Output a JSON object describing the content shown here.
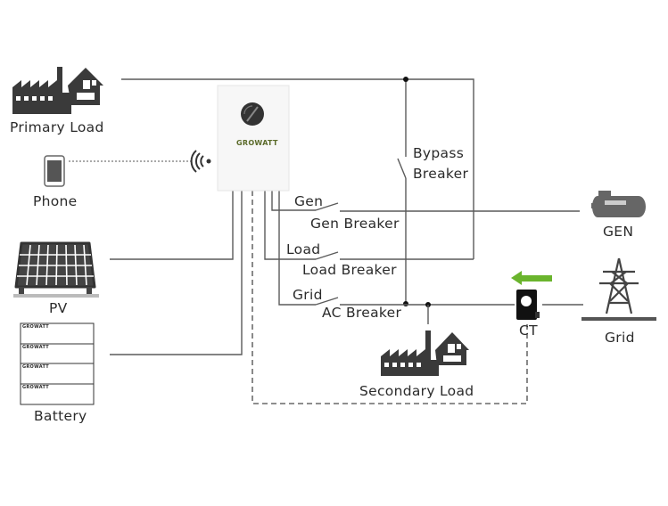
{
  "diagram": {
    "title": "Growatt hybrid inverter wiring diagram",
    "inverter": {
      "brand": "GROWATT"
    },
    "nodes": {
      "primary_load": "Primary Load",
      "phone": "Phone",
      "pv": "PV",
      "battery": "Battery",
      "gen": "GEN",
      "grid": "Grid",
      "ct": "CT",
      "secondary_load": "Secondary Load"
    },
    "battery_modules": [
      "GROWATT",
      "GROWATT",
      "GROWATT",
      "GROWATT"
    ],
    "ports": {
      "gen": "Gen",
      "load": "Load",
      "grid": "Grid"
    },
    "breakers": {
      "gen": "Gen Breaker",
      "load": "Load Breaker",
      "ac": "AC Breaker",
      "bypass_line1": "Bypass",
      "bypass_line2": "Breaker"
    },
    "colors": {
      "arrow": "#6ab42d",
      "icon": "#3a3a3a",
      "wire": "#5a5a5a"
    },
    "icons": {
      "wifi": "wifi-icon",
      "arrow": "left-arrow-icon"
    }
  }
}
